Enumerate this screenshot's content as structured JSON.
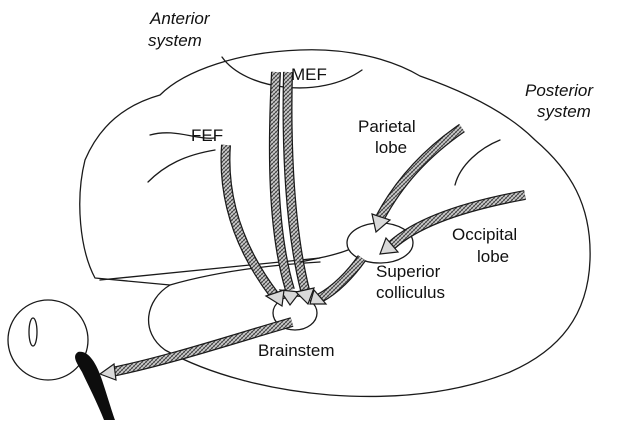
{
  "labels": {
    "anterior_1": "Anterior",
    "anterior_2": "system",
    "posterior_1": "Posterior",
    "posterior_2": "system",
    "mef": "MEF",
    "fef": "FEF",
    "parietal_1": "Parietal",
    "parietal_2": "lobe",
    "occipital_1": "Occipital",
    "occipital_2": "lobe",
    "superior_1": "Superior",
    "superior_2": "colliculus",
    "brainstem": "Brainstem"
  },
  "colors": {
    "line": "#1a1a1a",
    "hatch_light": "#d9d9d9",
    "hatch_dark": "#3a3a3a",
    "eye_muscle": "#0d0d0d"
  }
}
